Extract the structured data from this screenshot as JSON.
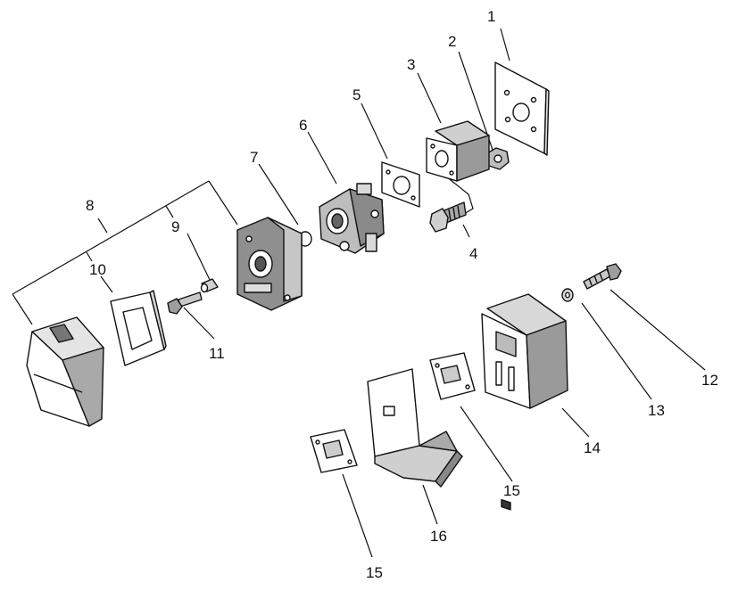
{
  "parts": [
    {
      "id": "p1",
      "label": "1",
      "name": "insulator-gasket"
    },
    {
      "id": "p2",
      "label": "2",
      "name": "nut"
    },
    {
      "id": "p3",
      "label": "3",
      "name": "insulator-block"
    },
    {
      "id": "p4",
      "label": "4",
      "name": "bolt"
    },
    {
      "id": "p5",
      "label": "5",
      "name": "carburetor-gasket"
    },
    {
      "id": "p6",
      "label": "6",
      "name": "carburetor"
    },
    {
      "id": "p7",
      "label": "7",
      "name": "o-ring"
    },
    {
      "id": "p8",
      "label": "8",
      "name": "air-cleaner-assembly"
    },
    {
      "id": "p9",
      "label": "9",
      "name": "collar"
    },
    {
      "id": "p10",
      "label": "10",
      "name": "air-filter-element"
    },
    {
      "id": "p11",
      "label": "11",
      "name": "screw"
    },
    {
      "id": "p12",
      "label": "12",
      "name": "muffler-bolt"
    },
    {
      "id": "p13",
      "label": "13",
      "name": "washer"
    },
    {
      "id": "p14",
      "label": "14",
      "name": "muffler"
    },
    {
      "id": "p15a",
      "label": "15",
      "name": "muffler-gasket"
    },
    {
      "id": "p15b",
      "label": "15",
      "name": "muffler-gasket"
    },
    {
      "id": "p16",
      "label": "16",
      "name": "heat-shield"
    }
  ],
  "colors": {
    "line": "#111111",
    "part_fill": "#ffffff",
    "shade": "#c9c9c9",
    "dark": "#555555"
  }
}
